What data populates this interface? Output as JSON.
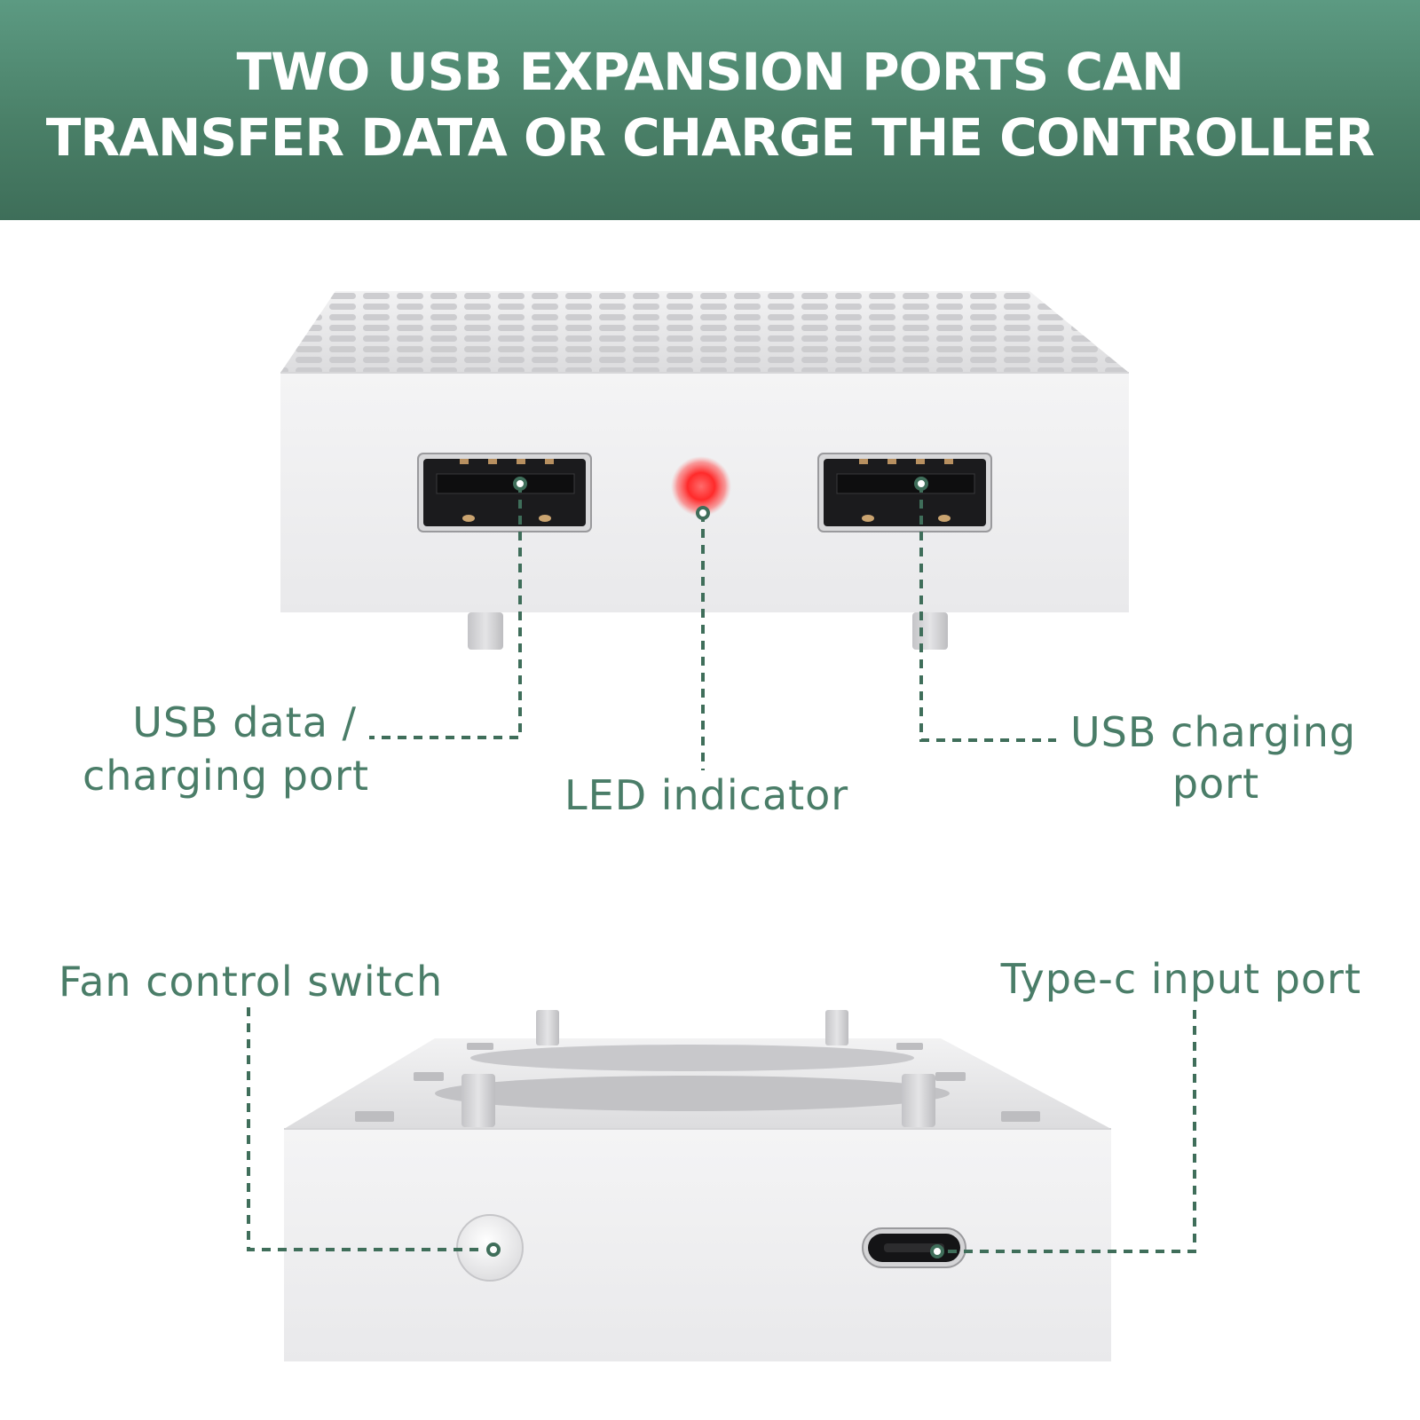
{
  "banner": {
    "line1": "TWO USB EXPANSION PORTS CAN",
    "line2": "TRANSFER DATA OR CHARGE THE CONTROLLER"
  },
  "callouts": {
    "usb_data_line1": "USB data /",
    "usb_data_line2": "charging port",
    "led": "LED indicator",
    "usb_charging_line1": "USB charging",
    "usb_charging_line2": "port",
    "fan_switch": "Fan control switch",
    "typec": "Type-c input port"
  },
  "colors": {
    "banner": "#4a8068",
    "callout_text": "#4a7d68",
    "leader_line": "#3f6e5a",
    "led_glow": "#ff2a2a"
  }
}
